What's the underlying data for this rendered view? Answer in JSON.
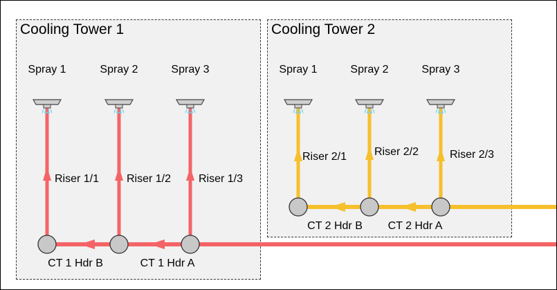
{
  "colors": {
    "hot_water": "#f46467",
    "cold_water": "#f6c02c",
    "node_fill": "#c8c8c8",
    "group_bg": "#f1f1f1",
    "spray_mist": "#7ad3e8"
  },
  "towers": [
    {
      "title": "Cooling Tower 1",
      "sprays": [
        "Spray 1",
        "Spray 2",
        "Spray 3"
      ],
      "risers": [
        "Riser 1/1",
        "Riser 1/2",
        "Riser 1/3"
      ],
      "headers": [
        "CT 1 Hdr B",
        "CT 1 Hdr A"
      ]
    },
    {
      "title": "Cooling Tower 2",
      "sprays": [
        "Spray 1",
        "Spray 2",
        "Spray 3"
      ],
      "risers": [
        "Riser 2/1",
        "Riser 2/2",
        "Riser 2/3"
      ],
      "headers": [
        "CT 2 Hdr B",
        "CT 2 Hdr A"
      ]
    }
  ]
}
